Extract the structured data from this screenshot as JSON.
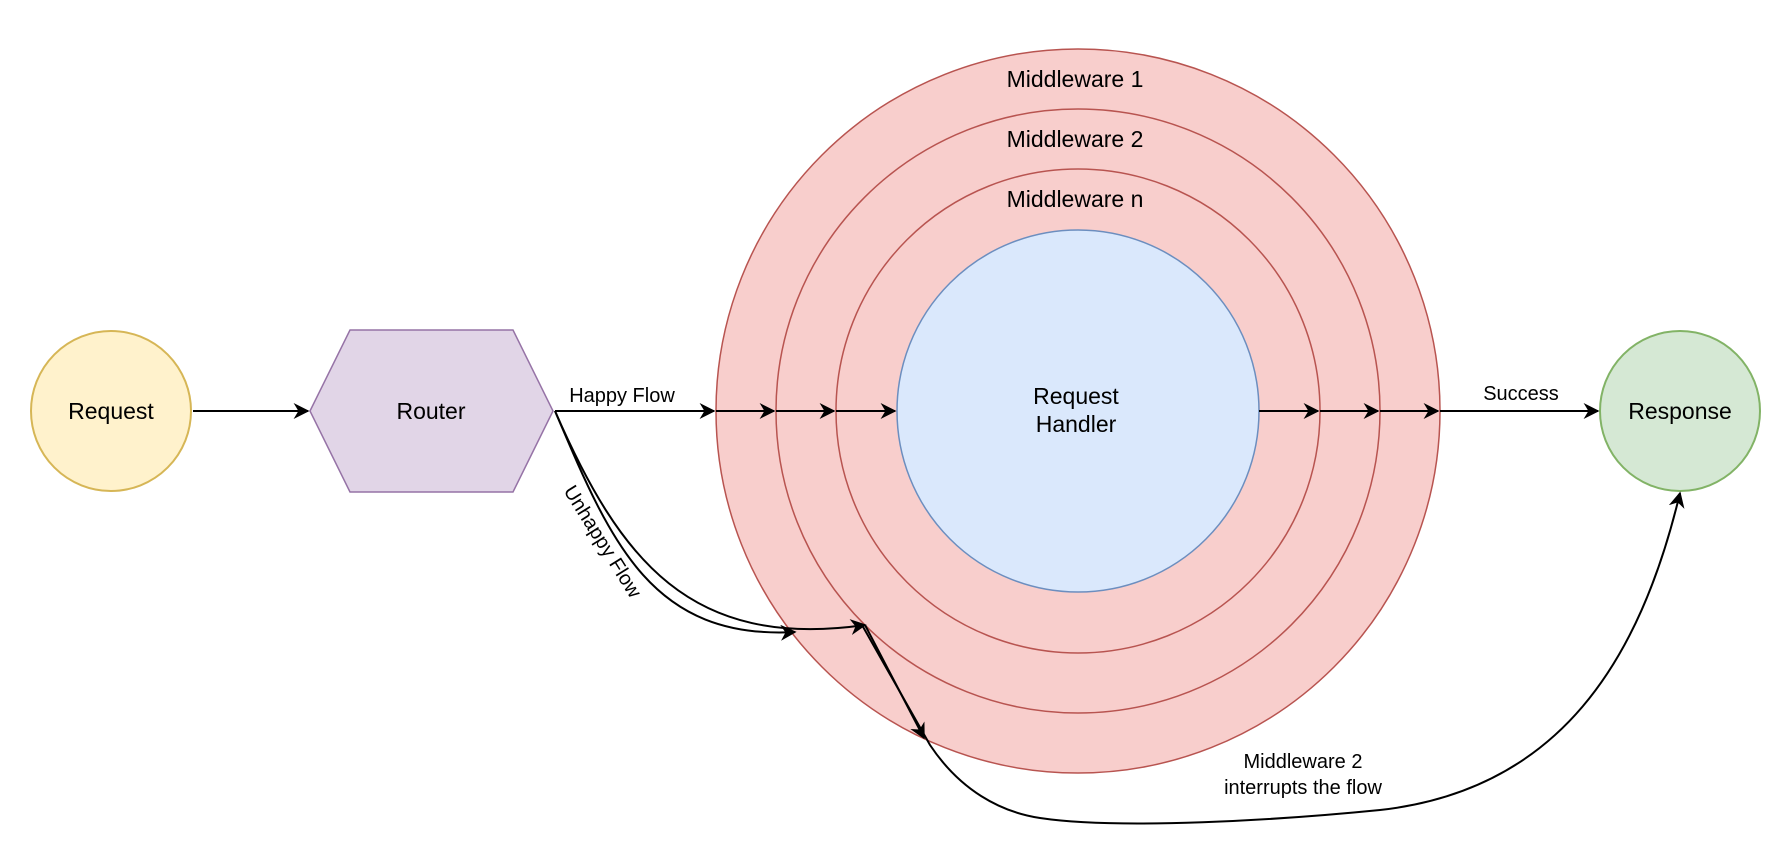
{
  "nodes": {
    "request": {
      "label": "Request"
    },
    "router": {
      "label": "Router"
    },
    "middleware_1": {
      "label": "Middleware 1"
    },
    "middleware_2": {
      "label": "Middleware 2"
    },
    "middleware_n": {
      "label": "Middleware n"
    },
    "request_handler": {
      "label_line1": "Request",
      "label_line2": "Handler"
    },
    "response": {
      "label": "Response"
    }
  },
  "edges": {
    "happy_flow": {
      "label": "Happy Flow"
    },
    "unhappy_flow": {
      "label": "Unhappy Flow"
    },
    "success": {
      "label": "Success"
    },
    "interrupt": {
      "label_line1": "Middleware 2",
      "label_line2": "interrupts the flow"
    }
  },
  "colors": {
    "request_fill": "#fff2cc",
    "request_stroke": "#d6b656",
    "router_fill": "#e1d5e7",
    "router_stroke": "#9673a6",
    "middleware_fill": "#f8cecc",
    "middleware_stroke": "#b85450",
    "handler_fill": "#dae8fc",
    "handler_stroke": "#6c8ebf",
    "response_fill": "#d5e8d4",
    "response_stroke": "#82b366",
    "edge": "#000000"
  }
}
